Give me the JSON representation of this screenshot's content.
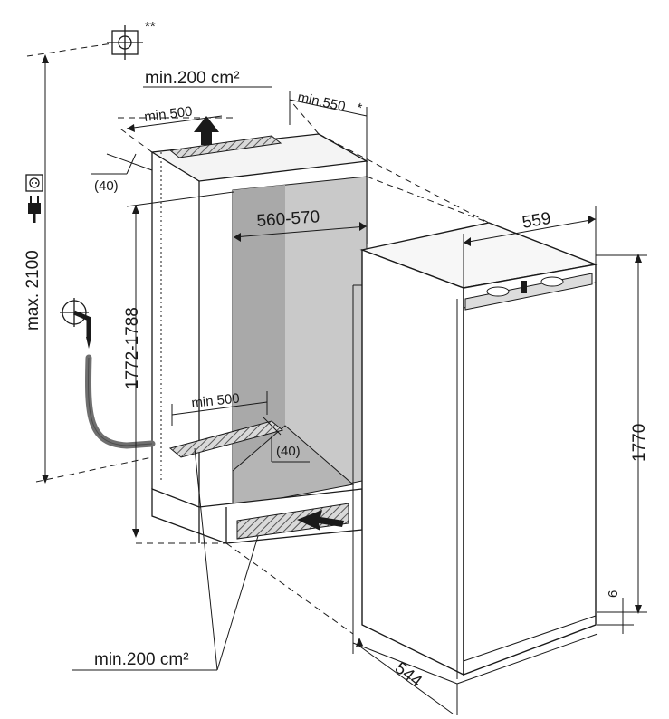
{
  "dimensions": {
    "top_vent_area": "min.200 cm²",
    "top_vent_depth": "min.500",
    "niche_depth": "min.550",
    "niche_depth_mark": "*",
    "top_offset": "(40)",
    "niche_width": "560-570",
    "niche_height": "1772-1788",
    "max_socket_height": "max. 2100",
    "socket_mark": "**",
    "bottom_vent_depth": "min 500",
    "bottom_offset": "(40)",
    "bottom_vent_area": "min.200 cm²",
    "appliance_width": "559",
    "appliance_height": "1770",
    "appliance_depth": "544",
    "appliance_gap": "6"
  },
  "icons": [
    "water-connection-icon",
    "power-socket-icon",
    "plug-icon",
    "arrow-up-icon",
    "arrow-left-icon"
  ]
}
